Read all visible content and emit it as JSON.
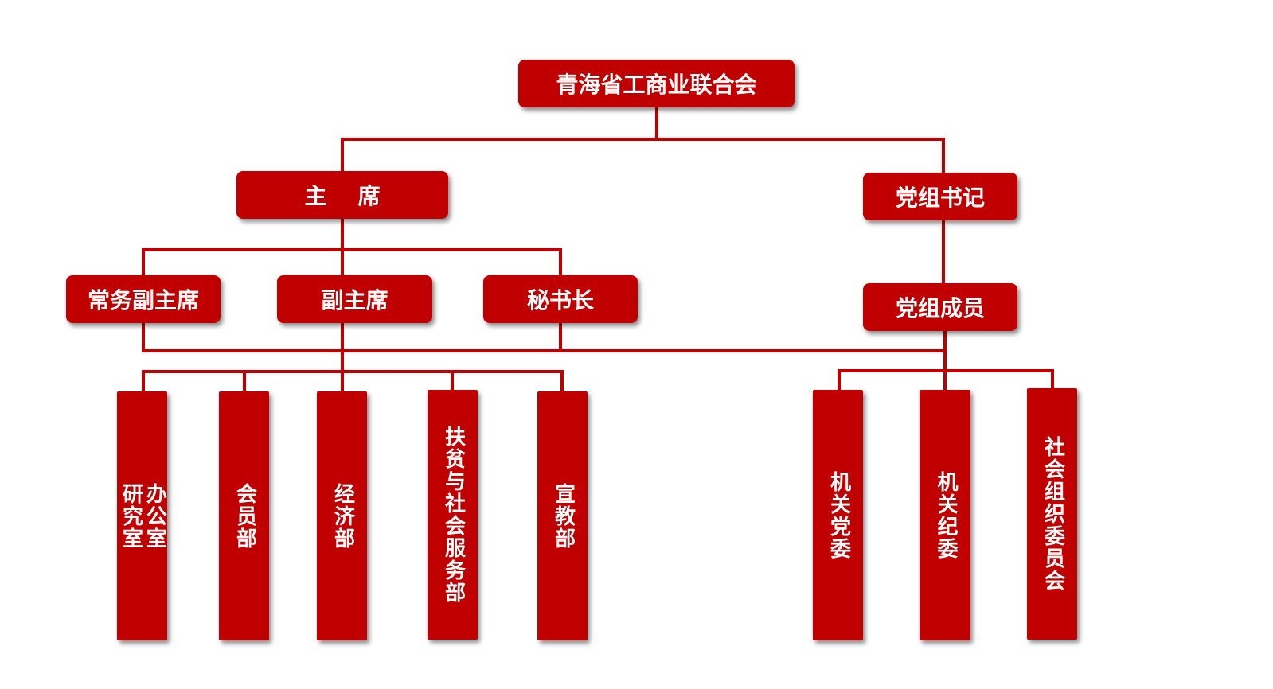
{
  "root": {
    "label": "青海省工商业联合会"
  },
  "chairman": {
    "label": "主    席"
  },
  "party_secretary": {
    "label": "党组书记"
  },
  "exec_vice_chairman": {
    "label": "常务副主席"
  },
  "vice_chairman": {
    "label": "副主席"
  },
  "secretary_general": {
    "label": "秘书长"
  },
  "party_members": {
    "label": "党组成员"
  },
  "departments": [
    {
      "label": "办公室\n研究室"
    },
    {
      "label": "会员部"
    },
    {
      "label": "经济部"
    },
    {
      "label": "扶贫与社会服务部"
    },
    {
      "label": "宣教部"
    }
  ],
  "party_units": [
    {
      "label": "机关党委"
    },
    {
      "label": "机关纪委"
    },
    {
      "label": "社会组织委员会"
    }
  ],
  "colors": {
    "box_fill": "#c00000",
    "line": "#c00000",
    "text": "#ffffff"
  }
}
